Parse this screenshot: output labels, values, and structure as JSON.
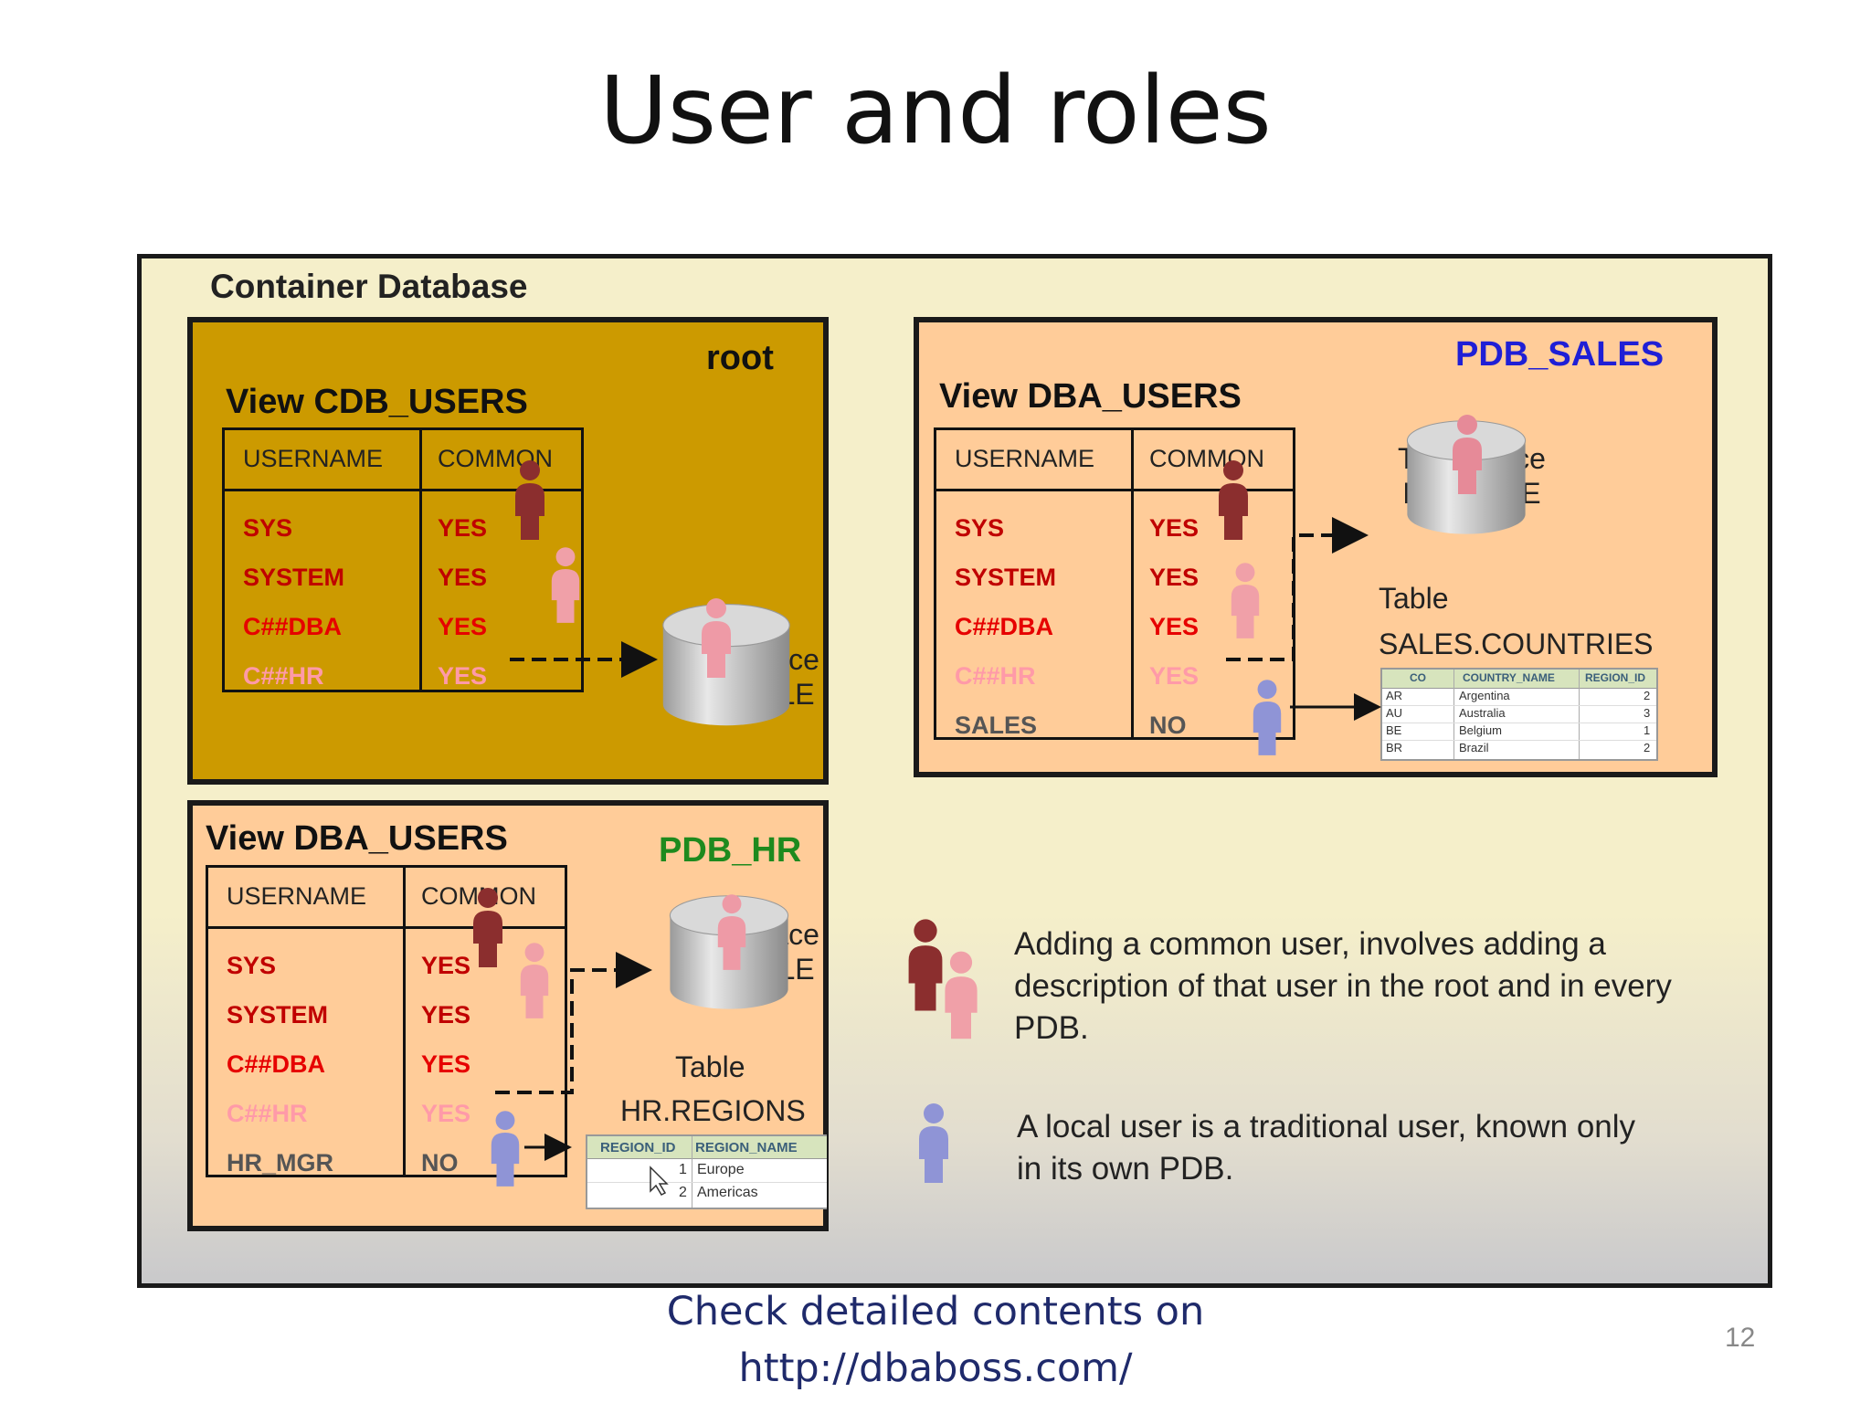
{
  "title": "User and roles",
  "container": {
    "label": "Container Database",
    "root": {
      "name": "root",
      "view_title": "View CDB_USERS",
      "headers": [
        "USERNAME",
        "COMMON"
      ],
      "rows": [
        {
          "user": "SYS",
          "common": "YES"
        },
        {
          "user": "SYSTEM",
          "common": "YES"
        },
        {
          "user": "C##DBA",
          "common": "YES"
        },
        {
          "user": "C##HR",
          "common": "YES"
        }
      ],
      "tablespace": [
        "Tablespace",
        "EXAMPLE"
      ]
    },
    "pdb_sales": {
      "name": "PDB_SALES",
      "name_color": "#1f1fd6",
      "view_title": "View DBA_USERS",
      "headers": [
        "USERNAME",
        "COMMON"
      ],
      "rows": [
        {
          "user": "SYS",
          "common": "YES"
        },
        {
          "user": "SYSTEM",
          "common": "YES"
        },
        {
          "user": "C##DBA",
          "common": "YES"
        },
        {
          "user": "C##HR",
          "common": "YES"
        },
        {
          "user": "SALES",
          "common": "NO"
        }
      ],
      "tablespace": [
        "Tablespace",
        "EXAMPLE"
      ],
      "table_label": [
        "Table",
        "SALES.COUNTRIES"
      ],
      "mini_table": {
        "headers": [
          "CO",
          "COUNTRY_NAME",
          "REGION_ID"
        ],
        "rows": [
          [
            "AR",
            "Argentina",
            "2"
          ],
          [
            "AU",
            "Australia",
            "3"
          ],
          [
            "BE",
            "Belgium",
            "1"
          ],
          [
            "BR",
            "Brazil",
            "2"
          ]
        ]
      }
    },
    "pdb_hr": {
      "name": "PDB_HR",
      "name_color": "#1e8a1e",
      "view_title": "View DBA_USERS",
      "headers": [
        "USERNAME",
        "COMMON"
      ],
      "rows": [
        {
          "user": "SYS",
          "common": "YES"
        },
        {
          "user": "SYSTEM",
          "common": "YES"
        },
        {
          "user": "C##DBA",
          "common": "YES"
        },
        {
          "user": "C##HR",
          "common": "YES"
        },
        {
          "user": "HR_MGR",
          "common": "NO"
        }
      ],
      "tablespace": [
        "Tablespace",
        "EXAMPLE"
      ],
      "table_label": [
        "Table",
        "HR.REGIONS"
      ],
      "mini_table": {
        "headers": [
          "REGION_ID",
          "REGION_NAME"
        ],
        "rows": [
          [
            "1",
            "Europe"
          ],
          [
            "2",
            "Americas"
          ]
        ]
      }
    },
    "explanations": {
      "common": "Adding a common user, involves adding a description of that user in the root  and in every PDB.",
      "common_lines": [
        "Adding a common user, involves adding a",
        "description of that user in the root  and in every",
        "PDB."
      ],
      "local_lines": [
        "A local user is a traditional user, known only",
        "in its own PDB."
      ]
    }
  },
  "footer": {
    "line1": "Check detailed contents on",
    "line2": "http://dbaboss.com/"
  },
  "page_number": "12",
  "colors": {
    "root_panel": "#cc9a00",
    "pdb_panel": "#ffcc99",
    "container_bg": "#f5efca",
    "common_user_dark": "#8b2e2e",
    "common_user_light": "#f0a0a0",
    "local_user": "#8f94d6"
  },
  "icons": [
    "common-user-icon",
    "local-user-icon",
    "database-cylinder-icon",
    "cursor-icon"
  ]
}
